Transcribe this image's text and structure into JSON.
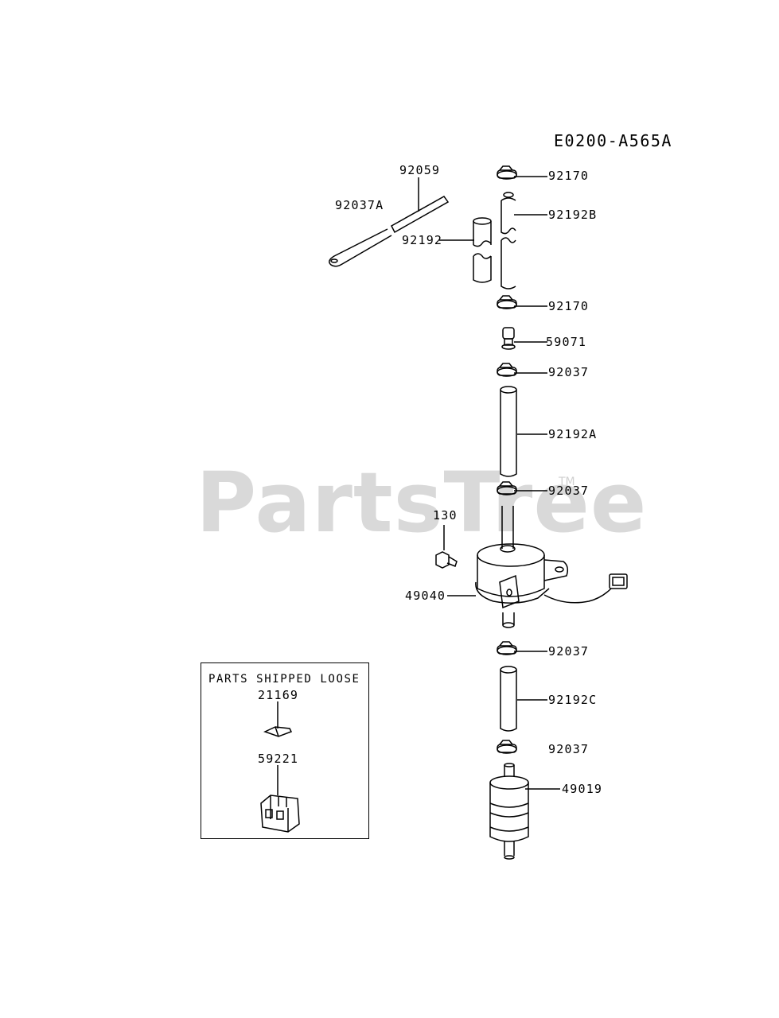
{
  "diagram_code": "E0200-A565A",
  "watermark": "PartsTree",
  "watermark_tm": "TM",
  "loose_parts": {
    "title": "PARTS SHIPPED LOOSE",
    "items": [
      "21169",
      "59221"
    ]
  },
  "labels": {
    "p92059": "92059",
    "p92037A": "92037A",
    "p92192": "92192",
    "p92170_top": "92170",
    "p92192B": "92192B",
    "p92170_mid": "92170",
    "p59071": "59071",
    "p92037_a": "92037",
    "p92192A": "92192A",
    "p92037_b": "92037",
    "p130": "130",
    "p49040": "49040",
    "p92037_c": "92037",
    "p92192C": "92192C",
    "p92037_d": "92037",
    "p49019": "49019"
  }
}
